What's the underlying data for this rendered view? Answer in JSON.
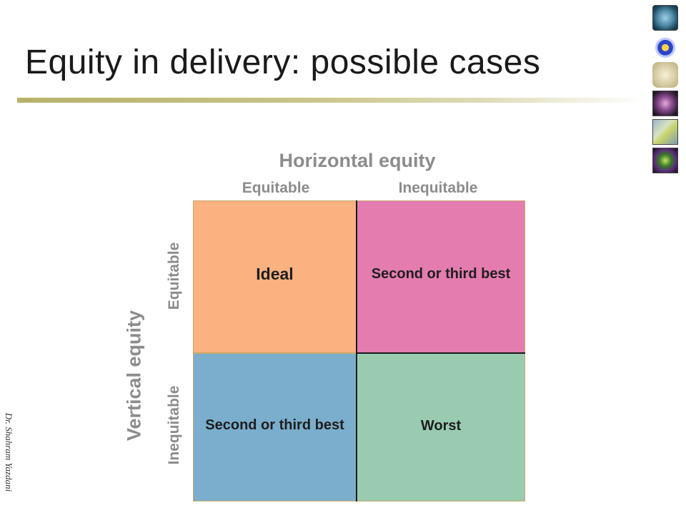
{
  "slide": {
    "title": "Equity in delivery: possible cases",
    "author": "Dr. Shahram Yazdani"
  },
  "matrix": {
    "horizontal_heading": "Horizontal equity",
    "vertical_heading": "Vertical equity",
    "columns": [
      "Equitable",
      "Inequitable"
    ],
    "rows": [
      "Equitable",
      "Inequitable"
    ],
    "cells": {
      "equitable_equitable": "Ideal",
      "equitable_inequitable": "Second or third best",
      "inequitable_equitable": "Second or third best",
      "inequitable_inequitable": "Worst"
    },
    "colors": {
      "ideal": "#fbb180",
      "top_right": "#e47cb0",
      "bottom_left": "#7aaecc",
      "worst": "#99cbb0",
      "label_gray": "#8c8c8c"
    }
  },
  "thumbnails": [
    "globe-icon",
    "atom-icon",
    "bandage-icon",
    "brain-scan-icon",
    "plant-icon",
    "microscope-icon"
  ]
}
